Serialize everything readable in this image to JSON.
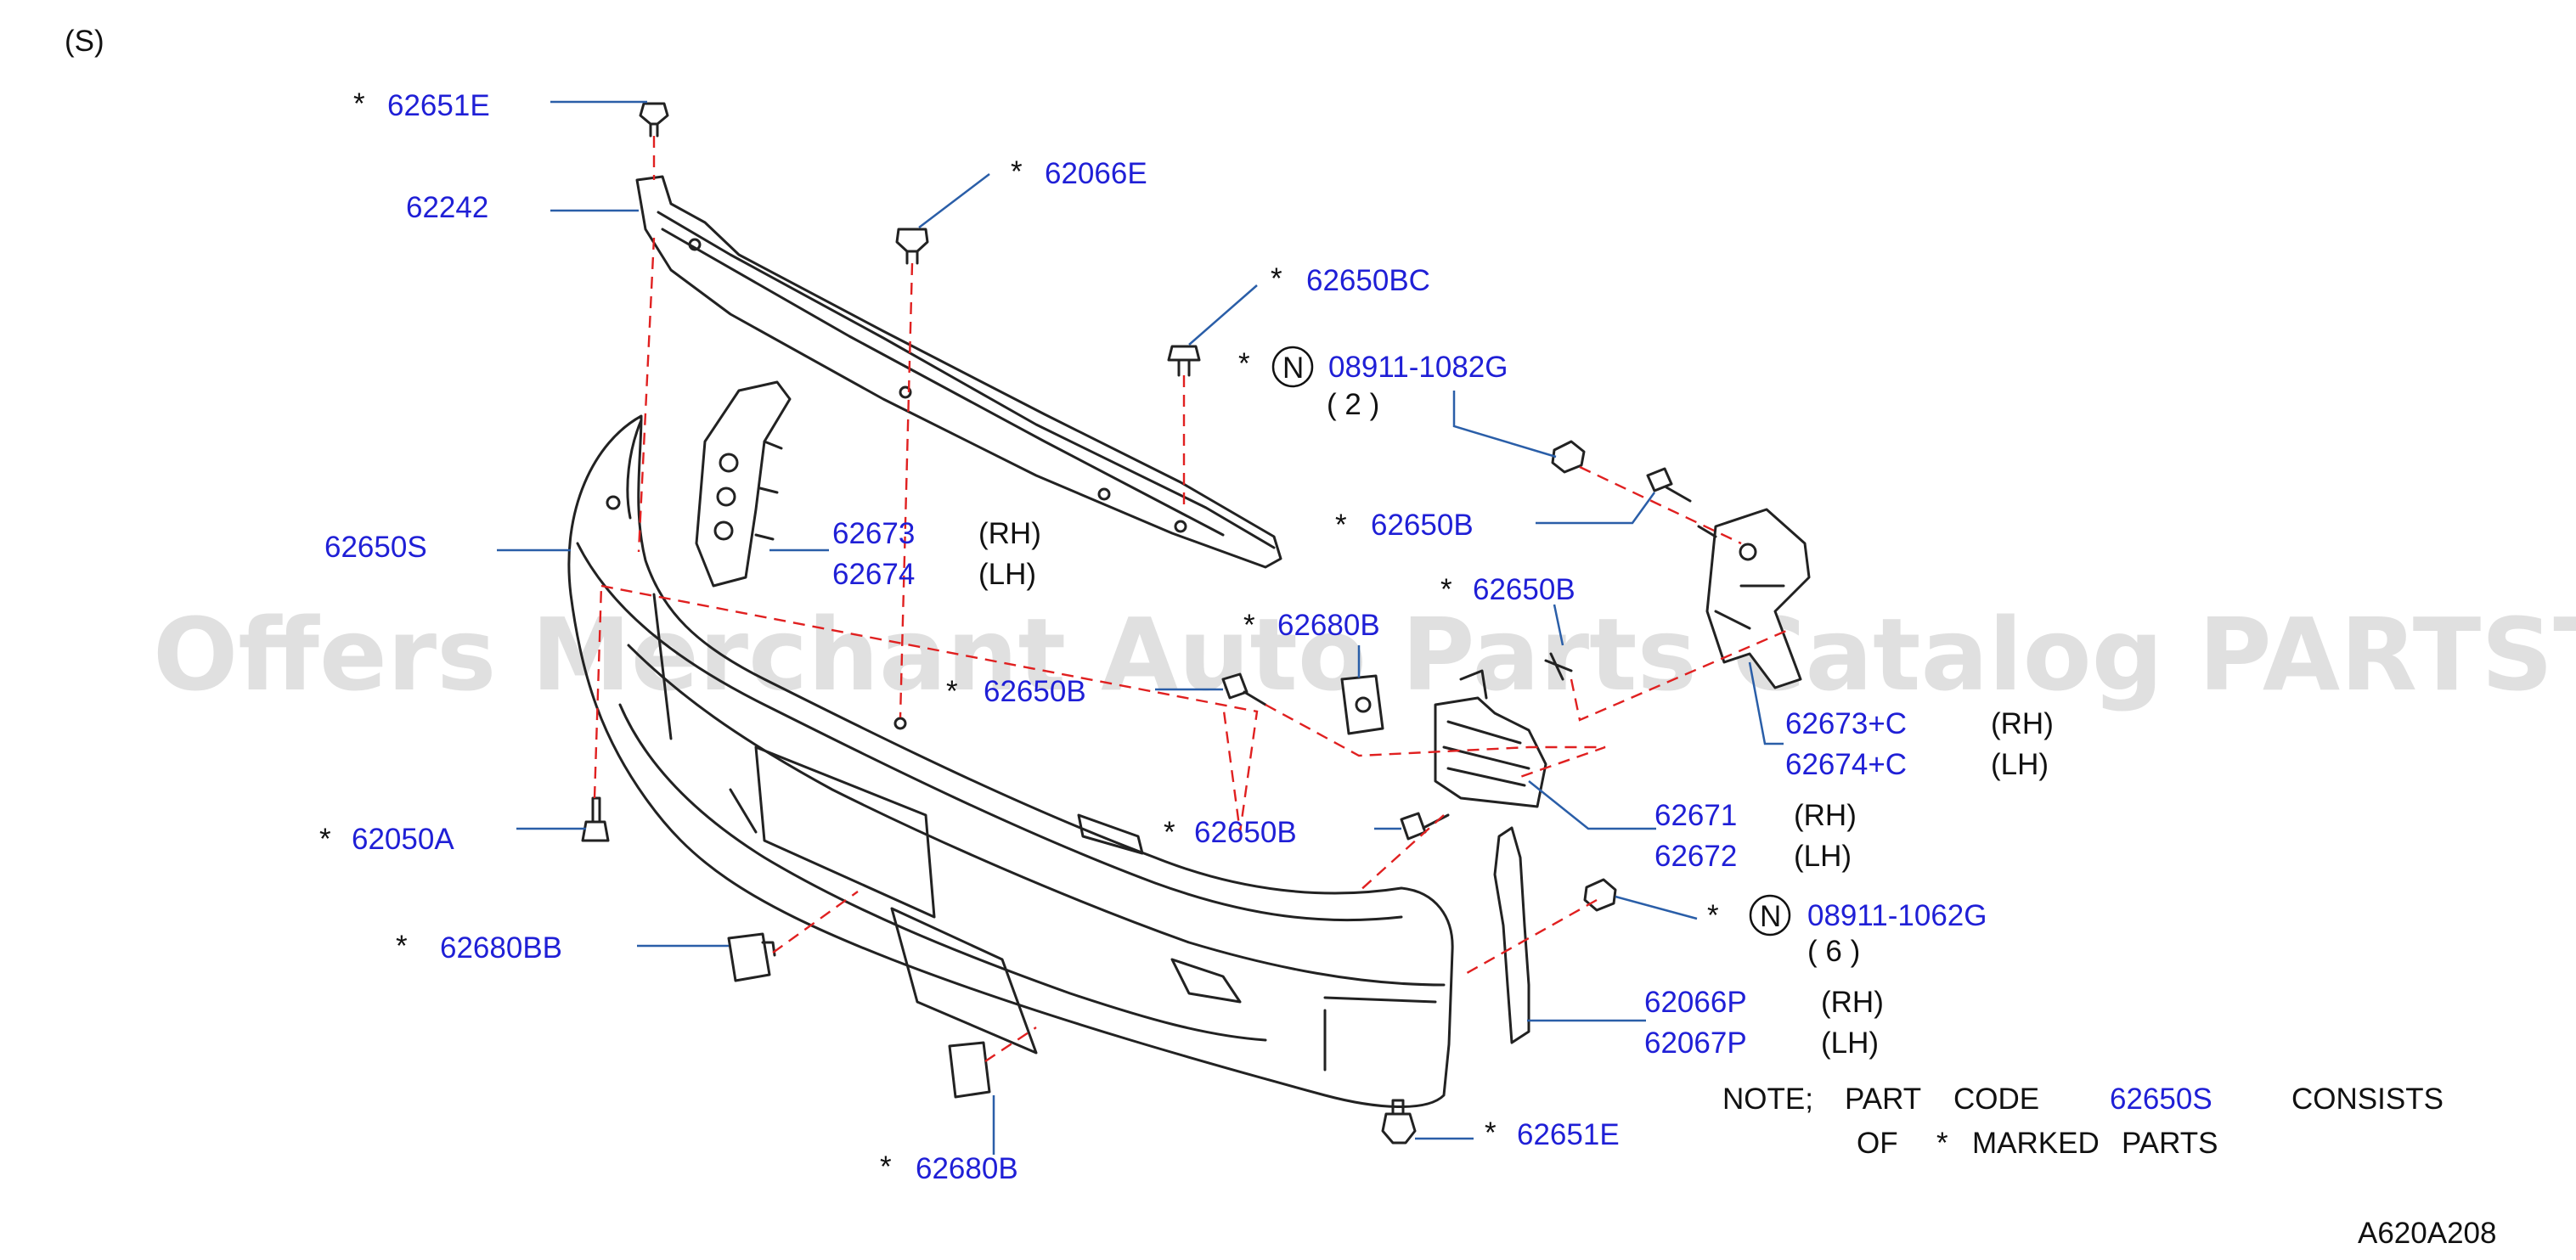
{
  "corner_label": "(S)",
  "diagram_id": "A620A208",
  "watermark": "Offers Merchant Auto Parts Catalog PARTSTORE.SA",
  "star": "*",
  "n_mark": "N",
  "labels": {
    "p62651e_top": "62651E",
    "p62242": "62242",
    "p62066e": "62066E",
    "p62650bc": "62650BC",
    "p08911_1082g": "08911-1082G",
    "p08911_1082g_qty": "( 2 )",
    "p62650s": "62650S",
    "p62673": "62673",
    "p62674": "62674",
    "p62650b_right": "62650B",
    "p62650b_mid": "62650B",
    "p62680b_mid": "62680B",
    "p62650b_left": "62650B",
    "p62673c": "62673+C",
    "p62674c": "62674+C",
    "p62050a": "62050A",
    "p62650b_low": "62650B",
    "p62671": "62671",
    "p62672": "62672",
    "p62680bb": "62680BB",
    "p08911_1062g": "08911-1062G",
    "p08911_1062g_qty": "( 6 )",
    "p62066p": "62066P",
    "p62067p": "62067P",
    "p62680b_bottom": "62680B",
    "p62651e_bottom": "62651E"
  },
  "sides": {
    "rh": "(RH)",
    "lh": "(LH)"
  },
  "note": {
    "line1_a": "NOTE;",
    "line1_b": "PART",
    "line1_c": "CODE",
    "line1_code": "62650S",
    "line1_d": "CONSISTS",
    "line2_a": "OF",
    "line2_star": "*",
    "line2_b": "MARKED",
    "line2_c": "PARTS"
  },
  "colors": {
    "part_code": "#1f1fd6",
    "leader": "#2a5ea8",
    "dashed": "#e02020",
    "line_art": "#222222"
  }
}
